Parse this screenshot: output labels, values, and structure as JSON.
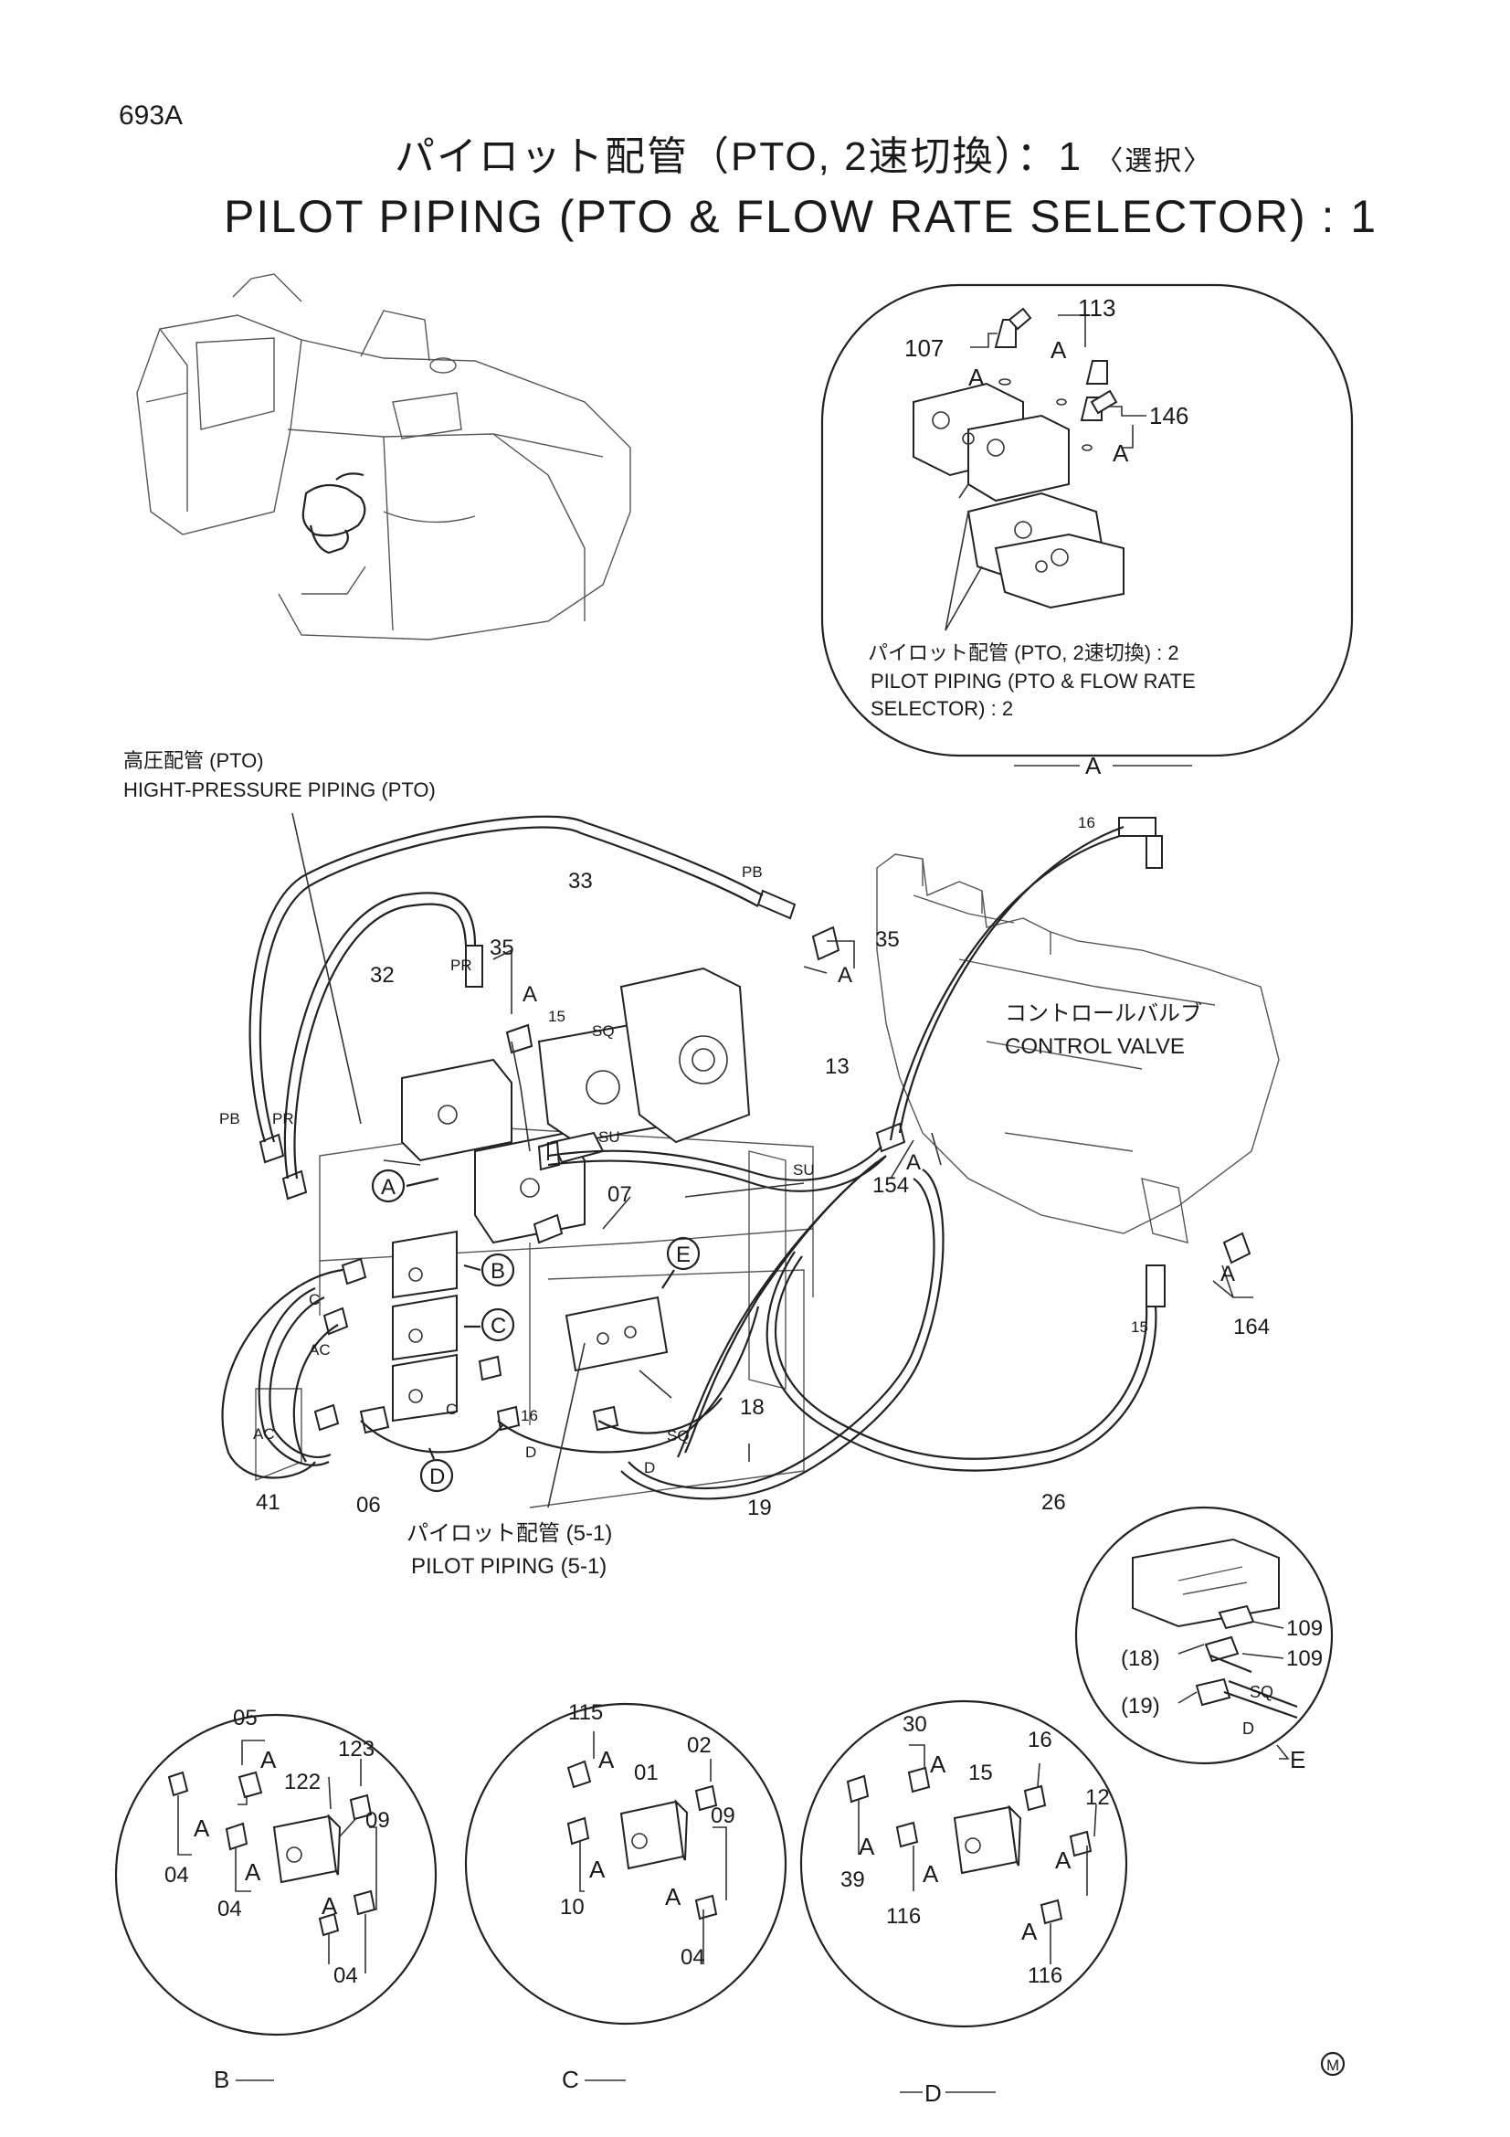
{
  "page_number": "693A",
  "title_jp": "パイロット配管（PTO, 2速切換）：1",
  "title_jp_suffix": "〈選択〉",
  "title_en": "PILOT PIPING (PTO & FLOW RATE SELECTOR) : 1",
  "labels": {
    "hp_piping_jp": "高圧配管 (PTO)",
    "hp_piping_en": "HIGHT-PRESSURE PIPING (PTO)",
    "control_valve_jp": "コントロールバルブ",
    "control_valve_en": "CONTROL VALVE",
    "pilot51_jp": "パイロット配管 (5-1)",
    "pilot51_en": "PILOT PIPING (5-1)",
    "detailA_jp": "パイロット配管 (PTO, 2速切換) : 2",
    "detailA_en1": "PILOT PIPING (PTO & FLOW RATE",
    "detailA_en2": "SELECTOR) : 2",
    "mark": "M"
  },
  "detail_views": {
    "A": {
      "letter": "A",
      "parts": [
        "107",
        "113",
        "146"
      ],
      "seal": "A"
    },
    "B": {
      "letter": "B",
      "parts": [
        "05",
        "123",
        "122",
        "09",
        "04",
        "04",
        "04"
      ]
    },
    "C": {
      "letter": "C",
      "parts": [
        "115",
        "02",
        "01",
        "09",
        "10",
        "04"
      ]
    },
    "D": {
      "letter": "D",
      "parts": [
        "30",
        "16",
        "15",
        "12",
        "39",
        "116",
        "116"
      ]
    },
    "E": {
      "letter": "E",
      "parts": [
        "109",
        "109",
        "(18)",
        "(19)",
        "SQ",
        "D"
      ]
    }
  },
  "main_callouts": {
    "hoses": [
      "33",
      "32",
      "07",
      "13",
      "18",
      "19",
      "26",
      "41",
      "06"
    ],
    "fittings": [
      "35",
      "35",
      "154",
      "164",
      "16",
      "15",
      "15",
      "16"
    ],
    "ports": [
      "PB",
      "PR",
      "PB",
      "PR",
      "SQ",
      "SU",
      "SU",
      "C",
      "AC",
      "AC",
      "C",
      "D",
      "D",
      "SQ"
    ],
    "views": [
      "A",
      "B",
      "C",
      "D",
      "E"
    ],
    "seal": "A"
  }
}
